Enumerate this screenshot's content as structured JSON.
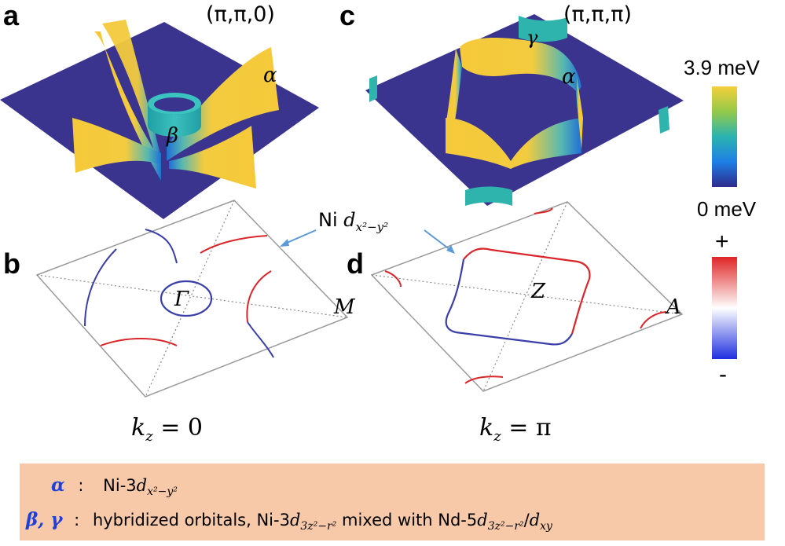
{
  "panels": {
    "a": {
      "label": "a",
      "corner": "(π,π,0)",
      "alpha": "α",
      "beta": "β"
    },
    "b": {
      "label": "b",
      "center": "Γ",
      "corner": "M",
      "kz_var": "k",
      "kz_sub": "z",
      "kz_eq": "= 0"
    },
    "c": {
      "label": "c",
      "corner": "(π,π,π)",
      "alpha": "α",
      "gamma": "γ"
    },
    "d": {
      "label": "d",
      "center": "Z",
      "corner": "A",
      "kz_var": "k",
      "kz_sub": "z",
      "kz_eq": "= π"
    }
  },
  "annotation": {
    "prefix": "Ni ",
    "orbital": "d",
    "sub": "x²−y²"
  },
  "colorbar_gap": {
    "max_label": "3.9 meV",
    "min_label": "0 meV",
    "colors": [
      "#2d2a8a",
      "#1f7fe6",
      "#2ab3b0",
      "#94c94a",
      "#f5cf3a"
    ]
  },
  "colorbar_sign": {
    "plus_label": "+",
    "minus_label": "-",
    "colors": [
      "#1f2fe0",
      "#ffffff",
      "#e02525"
    ]
  },
  "colors": {
    "floor": "#3a348f",
    "gap_max": "#f5c93a",
    "gap_mid": "#2fb3ad",
    "sign_plus": "#d8262a",
    "sign_minus": "#2a2fb8",
    "legend_bg": "#f7c9a9",
    "legend_key": "#1f3fd9"
  },
  "legend": {
    "row1": {
      "key": "α",
      "sep": ":",
      "text1": "Ni-3",
      "orb": "d",
      "orb_sub": "x²−y²"
    },
    "row2": {
      "key": "β, γ",
      "sep": ":",
      "text1": "hybridized orbitals, Ni-3",
      "orb1": "d",
      "orb1_sub": "3z²−r²",
      "text2": " mixed with Nd-5",
      "orb2": "d",
      "orb2_sub": "3z²−r²",
      "slash": "/",
      "orb3": "d",
      "orb3_sub": "xy"
    }
  }
}
